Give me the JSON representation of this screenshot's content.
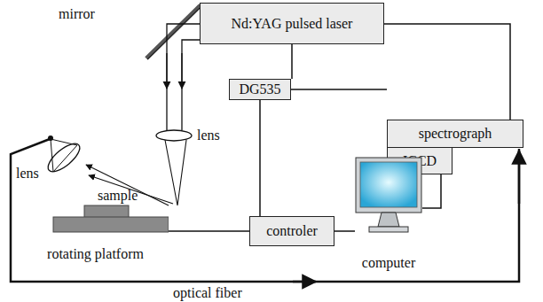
{
  "diagram": {
    "nodes": [
      {
        "text": [
          "Nd:YAG pulsed laser"
        ]
      },
      {
        "text": [
          "DG535"
        ]
      },
      {
        "text": [
          "spectrograph"
        ]
      },
      {
        "text": [
          "ICCD"
        ]
      },
      {
        "text": [
          "controler"
        ]
      },
      {
        "text": [
          "computer"
        ]
      },
      {
        "text": [
          "rotating platform"
        ]
      }
    ],
    "edges": [
      {
        "from": 0,
        "to": 1,
        "arrow": "none"
      },
      {
        "from": 1,
        "to": 2,
        "arrow": "none"
      },
      {
        "from": 0,
        "to": 2,
        "arrow": "none"
      },
      {
        "from": 1,
        "to": 4,
        "arrow": "none"
      },
      {
        "from": 6,
        "to": 4,
        "arrow": "none"
      },
      {
        "from": 4,
        "to": 5,
        "arrow": "none"
      },
      {
        "from": 5,
        "to": 3,
        "arrow": "none"
      }
    ],
    "labels": [
      "mirror",
      "lens",
      "lens",
      "sample",
      "optical fiber"
    ]
  }
}
